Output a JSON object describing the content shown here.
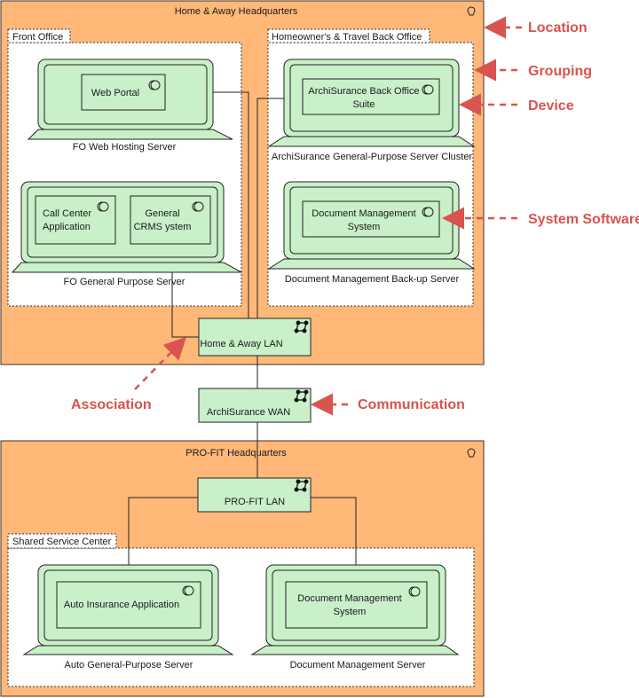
{
  "locations": {
    "home_away": "Home & Away Headquarters",
    "profit": "PRO-FIT Headquarters"
  },
  "groups": {
    "front_office": "Front Office",
    "back_office": "Homeowner's & Travel Back Office",
    "shared_service": "Shared Service Center"
  },
  "devices": {
    "fo_web": "FO Web Hosting Server",
    "fo_general": "FO General Purpose Server",
    "archi_cluster": "ArchiSurance General-Purpose Server Cluster",
    "doc_backup": "Document Management Back-up Server",
    "auto_general": "Auto General-Purpose Server",
    "doc_server": "Document Management Server"
  },
  "software": {
    "web_portal": "Web Portal",
    "call_center": [
      "Call Center",
      "Application"
    ],
    "crms": [
      "General",
      "CRMS ystem"
    ],
    "back_office_suite": [
      "ArchiSurance Back Office",
      "Suite"
    ],
    "doc_mgmt_1": [
      "Document Management",
      "System"
    ],
    "auto_insurance": "Auto Insurance Application",
    "doc_mgmt_2": [
      "Document Management",
      "System"
    ]
  },
  "networks": {
    "home_lan": "Home & Away LAN",
    "wan": "ArchiSurance WAN",
    "profit_lan": "PRO-FIT LAN"
  },
  "callouts": {
    "location": "Location",
    "grouping": "Grouping",
    "device": "Device",
    "system_software": "System Software",
    "association": "Association",
    "communication": "Communication"
  },
  "colors": {
    "location_fill": "#ffb878",
    "node_fill": "#c9f0c9",
    "callout": "#d9534f"
  }
}
